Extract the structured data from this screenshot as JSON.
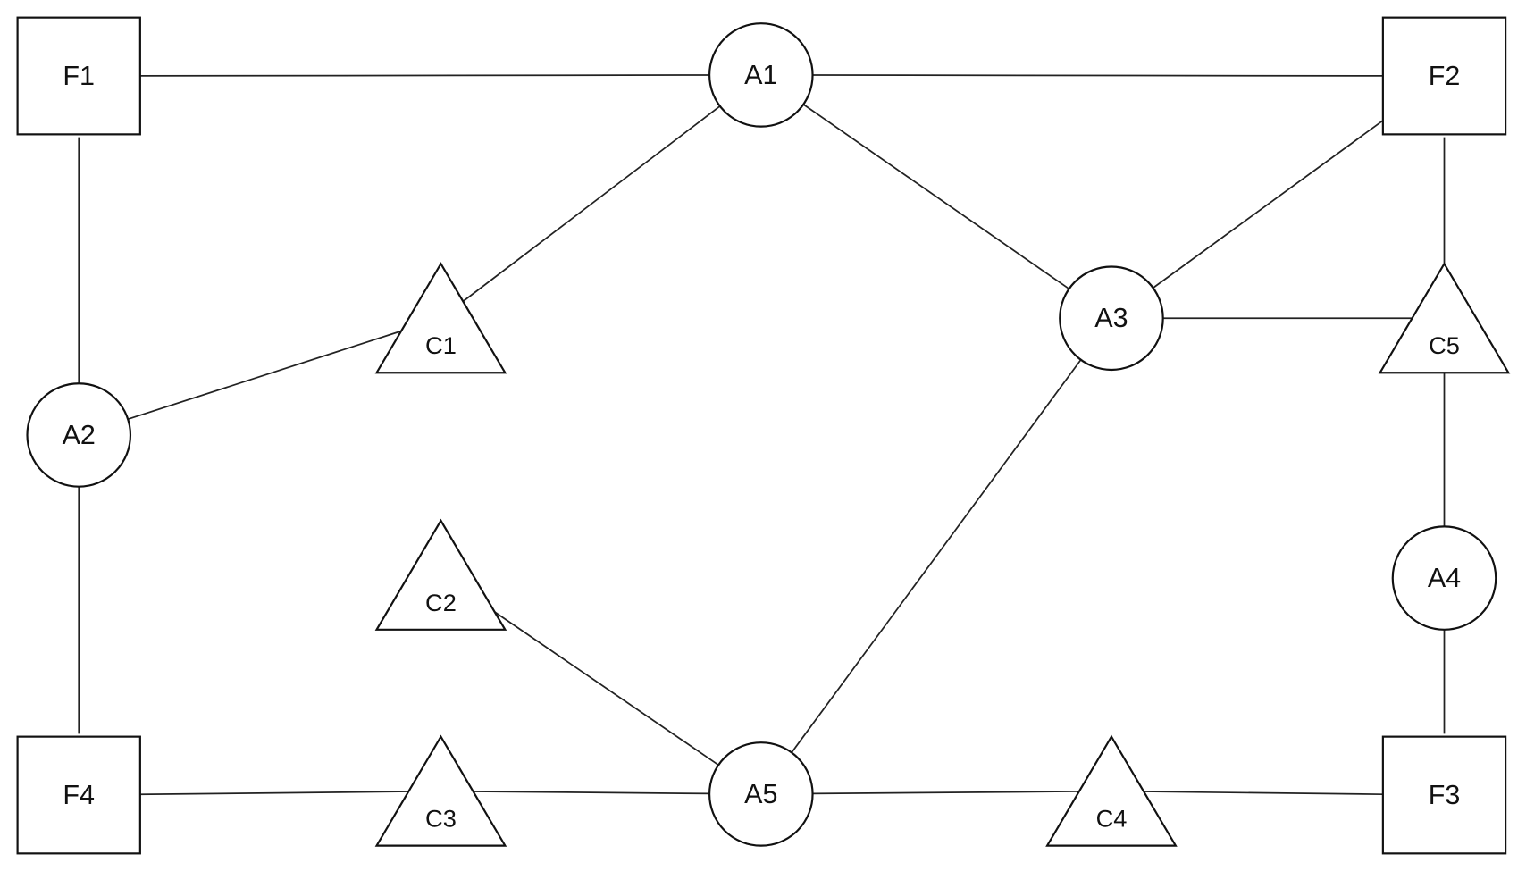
{
  "nodes": [
    {
      "id": "F1",
      "type": "square"
    },
    {
      "id": "F2",
      "type": "square"
    },
    {
      "id": "F3",
      "type": "square"
    },
    {
      "id": "F4",
      "type": "square"
    },
    {
      "id": "A1",
      "type": "circle"
    },
    {
      "id": "A2",
      "type": "circle"
    },
    {
      "id": "A3",
      "type": "circle"
    },
    {
      "id": "A4",
      "type": "circle"
    },
    {
      "id": "A5",
      "type": "circle"
    },
    {
      "id": "C1",
      "type": "triangle"
    },
    {
      "id": "C2",
      "type": "triangle"
    },
    {
      "id": "C3",
      "type": "triangle"
    },
    {
      "id": "C4",
      "type": "triangle"
    },
    {
      "id": "C5",
      "type": "triangle"
    }
  ],
  "edges": [
    [
      "F1",
      "A1"
    ],
    [
      "A1",
      "F2"
    ],
    [
      "F1",
      "A2"
    ],
    [
      "A1",
      "C1"
    ],
    [
      "A1",
      "A3"
    ],
    [
      "F2",
      "A3"
    ],
    [
      "A3",
      "C5"
    ],
    [
      "A2",
      "C1"
    ],
    [
      "F2",
      "C5"
    ],
    [
      "C5",
      "A4"
    ],
    [
      "A2",
      "F4"
    ],
    [
      "A3",
      "A5"
    ],
    [
      "C2",
      "A5"
    ],
    [
      "F4",
      "C3"
    ],
    [
      "C3",
      "A5"
    ],
    [
      "A5",
      "C4"
    ],
    [
      "C4",
      "F3"
    ],
    [
      "A4",
      "F3"
    ]
  ]
}
